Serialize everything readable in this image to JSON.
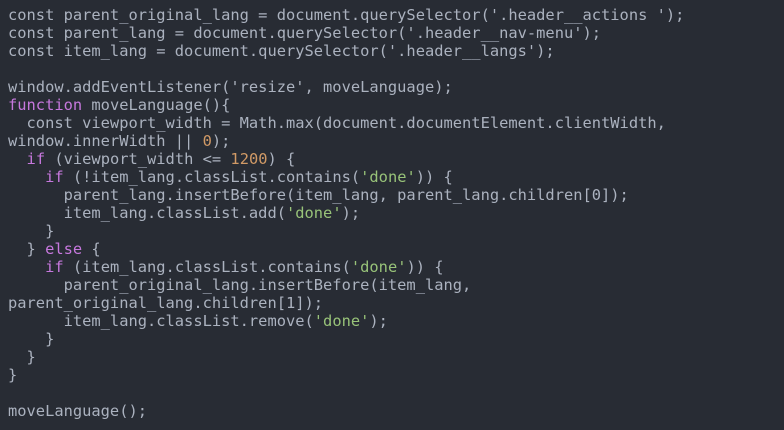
{
  "editor": {
    "colors": {
      "background": "#282c34",
      "plain": "#abb2bf",
      "keyword": "#c678dd",
      "string": "#98c379",
      "number": "#d19a66"
    },
    "lines": [
      [
        {
          "t": "plain",
          "v": "const parent_original_lang = document.querySelector('.header__actions ');"
        }
      ],
      [
        {
          "t": "plain",
          "v": "const parent_lang = document.querySelector('.header__nav-menu');"
        }
      ],
      [
        {
          "t": "plain",
          "v": "const item_lang = document.querySelector('.header__langs');"
        }
      ],
      [],
      [
        {
          "t": "plain",
          "v": "window.addEventListener('resize', moveLanguage);"
        }
      ],
      [
        {
          "t": "keyword",
          "v": "function"
        },
        {
          "t": "plain",
          "v": " moveLanguage(){"
        }
      ],
      [
        {
          "t": "plain",
          "v": "  const viewport_width = Math.max(document.documentElement.clientWidth,"
        }
      ],
      [
        {
          "t": "plain",
          "v": "window.innerWidth || "
        },
        {
          "t": "number",
          "v": "0"
        },
        {
          "t": "plain",
          "v": ");"
        }
      ],
      [
        {
          "t": "plain",
          "v": "  "
        },
        {
          "t": "keyword",
          "v": "if"
        },
        {
          "t": "plain",
          "v": " (viewport_width <= "
        },
        {
          "t": "number",
          "v": "1200"
        },
        {
          "t": "plain",
          "v": ") {"
        }
      ],
      [
        {
          "t": "plain",
          "v": "    "
        },
        {
          "t": "keyword",
          "v": "if"
        },
        {
          "t": "plain",
          "v": " (!item_lang.classList.contains("
        },
        {
          "t": "string",
          "v": "'done'"
        },
        {
          "t": "plain",
          "v": ")) {"
        }
      ],
      [
        {
          "t": "plain",
          "v": "      parent_lang.insertBefore(item_lang, parent_lang.children[0]);"
        }
      ],
      [
        {
          "t": "plain",
          "v": "      item_lang.classList.add("
        },
        {
          "t": "string",
          "v": "'done'"
        },
        {
          "t": "plain",
          "v": ");"
        }
      ],
      [
        {
          "t": "plain",
          "v": "    }"
        }
      ],
      [
        {
          "t": "plain",
          "v": "  } "
        },
        {
          "t": "keyword",
          "v": "else"
        },
        {
          "t": "plain",
          "v": " {"
        }
      ],
      [
        {
          "t": "plain",
          "v": "    "
        },
        {
          "t": "keyword",
          "v": "if"
        },
        {
          "t": "plain",
          "v": " (item_lang.classList.contains("
        },
        {
          "t": "string",
          "v": "'done'"
        },
        {
          "t": "plain",
          "v": ")) {"
        }
      ],
      [
        {
          "t": "plain",
          "v": "      parent_original_lang.insertBefore(item_lang,"
        }
      ],
      [
        {
          "t": "plain",
          "v": "parent_original_lang.children[1]);"
        }
      ],
      [
        {
          "t": "plain",
          "v": "      item_lang.classList.remove("
        },
        {
          "t": "string",
          "v": "'done'"
        },
        {
          "t": "plain",
          "v": ");"
        }
      ],
      [
        {
          "t": "plain",
          "v": "    }"
        }
      ],
      [
        {
          "t": "plain",
          "v": "  }"
        }
      ],
      [
        {
          "t": "plain",
          "v": "}"
        }
      ],
      [],
      [
        {
          "t": "plain",
          "v": "moveLanguage();"
        }
      ]
    ]
  }
}
